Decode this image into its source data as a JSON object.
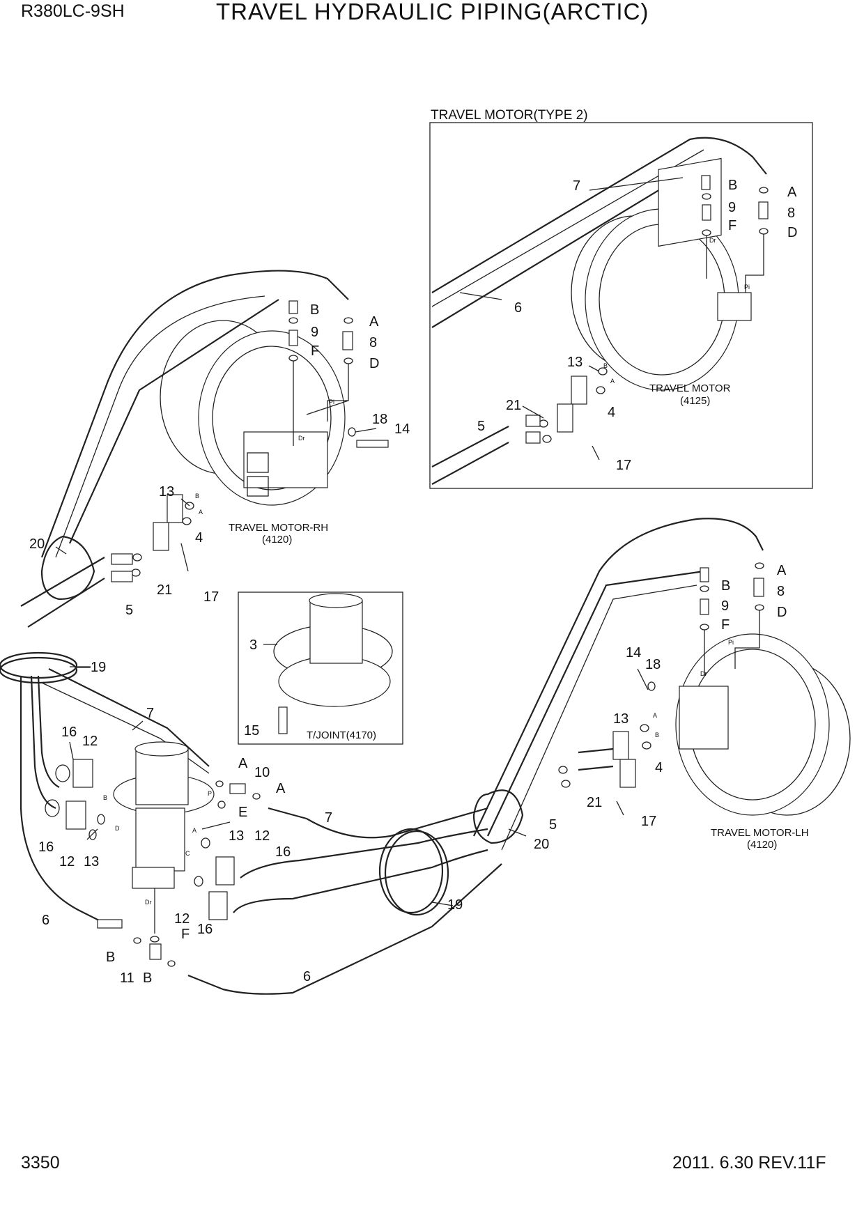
{
  "header": {
    "model": "R380LC-9SH",
    "title": "TRAVEL HYDRAULIC PIPING(ARCTIC)"
  },
  "footer": {
    "page": "3350",
    "revision": "2011. 6.30  REV.11F"
  },
  "inset_type2": {
    "title": "TRAVEL MOTOR(TYPE 2)",
    "motor_label": "TRAVEL MOTOR",
    "motor_code": "(4125)",
    "callouts": [
      "7",
      "B",
      "A",
      "9",
      "8",
      "F",
      "D",
      "6",
      "13",
      "21",
      "4",
      "5",
      "17"
    ],
    "port_labels": [
      "Dr",
      "Pi",
      "B",
      "A"
    ]
  },
  "motor_rh": {
    "label": "TRAVEL MOTOR-RH",
    "code": "(4120)",
    "callouts": [
      "B",
      "A",
      "9",
      "8",
      "F",
      "D",
      "18",
      "14",
      "13",
      "4",
      "20",
      "21",
      "17",
      "5"
    ],
    "port_labels": [
      "Pi",
      "Dr",
      "B",
      "A"
    ]
  },
  "tjoint": {
    "label": "T/JOINT(4170)",
    "callouts": [
      "3",
      "15"
    ]
  },
  "motor_lh": {
    "label": "TRAVEL MOTOR-LH",
    "code": "(4120)",
    "callouts": [
      "B",
      "A",
      "9",
      "8",
      "F",
      "D",
      "14",
      "18",
      "13",
      "4",
      "21",
      "5",
      "17",
      "20"
    ],
    "port_labels": [
      "Pi",
      "Dr",
      "A",
      "B"
    ]
  },
  "center": {
    "callouts": [
      "19",
      "7",
      "16",
      "12",
      "A",
      "10",
      "A",
      "E",
      "7",
      "13",
      "12",
      "16",
      "16",
      "12",
      "13",
      "6",
      "F",
      "B",
      "11",
      "B",
      "12",
      "16",
      "19",
      "6"
    ],
    "port_labels": [
      "P",
      "B",
      "D",
      "A",
      "C",
      "Dr"
    ]
  }
}
